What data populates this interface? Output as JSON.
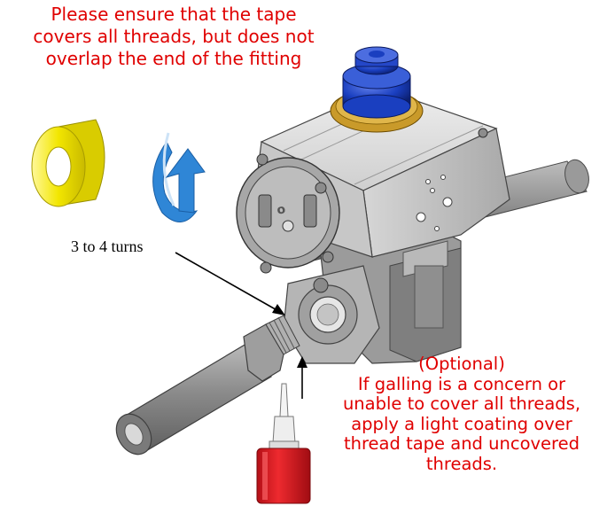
{
  "top_note": {
    "lines": [
      "Please ensure that the tape",
      "covers all threads, but does not",
      "overlap the end of the fitting"
    ]
  },
  "turns_label": "3 to 4 turns",
  "optional_note": {
    "lines": [
      "(Optional)",
      "If galling is a concern or",
      "unable to cover all threads,",
      "apply a light coating over",
      "thread tape and uncovered",
      "threads."
    ]
  },
  "colors": {
    "note_text": "#e00000",
    "tape": "#f2e600",
    "rotation_arrow": "#2f86d6",
    "sealant_bottle": "#d8141c",
    "knob": "#1a3fc0"
  },
  "icons": [
    "thread-tape-roll-icon",
    "rotation-arrow-icon",
    "thread-sealant-bottle-icon"
  ]
}
